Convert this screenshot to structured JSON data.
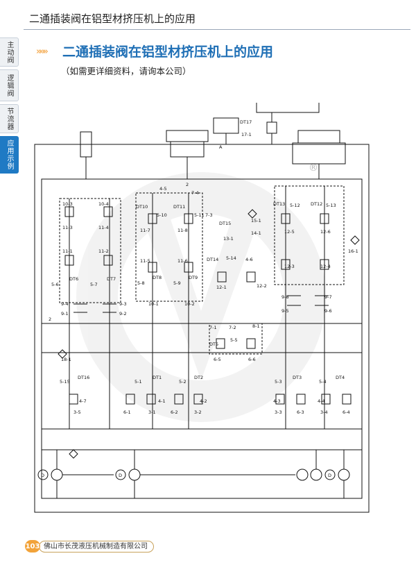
{
  "header": {
    "running_title": "二通插装阀在铝型材挤压机上的应用"
  },
  "side_tabs": [
    {
      "label": "主动阀",
      "active": false
    },
    {
      "label": "逻辑阀",
      "active": false
    },
    {
      "label": "节流器",
      "active": false
    },
    {
      "label": "应用示例",
      "active": true
    }
  ],
  "title": {
    "arrows": "»»»",
    "main": "二通插装阀在铝型材挤压机上的应用"
  },
  "subtitle": "（如需更详细资料，请询本公司）",
  "schematic_labels": {
    "dt17": "DT17",
    "v17_1": "17-1",
    "A": "A",
    "reg": "®",
    "v10_3": "10-3",
    "v10_4": "10-4",
    "v11_3": "11-3",
    "v11_4": "11-4",
    "v11_1": "11-1",
    "v11_2": "11-2",
    "v5_6": "5-6",
    "v5_7": "5-7",
    "dt6": "DT6",
    "dt7": "DT7",
    "v9_4": "9-4",
    "v9_3": "9-3",
    "v9_1": "9-1",
    "v9_2": "9-2",
    "n2a": "2",
    "v4_5": "4-5",
    "n2b": "2",
    "v7_4": "7-4",
    "dt10": "DT10",
    "dt11": "DT11",
    "v5_10": "5-10",
    "v5_11": "5-11",
    "v7_3": "7-3",
    "v11_7": "11-7",
    "v11_8": "11-8",
    "v11_5": "11-5",
    "v11_6": "11-6",
    "v5_8": "5-8",
    "v5_9": "5-9",
    "dt8": "DT8",
    "dt9": "DT9",
    "v10_1": "10-1",
    "v10_2": "10-2",
    "dt15": "DT15",
    "v13_1": "13-1",
    "dt14": "DT14",
    "v5_14": "5-14",
    "v15_1": "15-1",
    "v14_1": "14-1",
    "v4_6": "4-6",
    "v12_1": "12-1",
    "v12_2": "12-2",
    "dt13": "DT13",
    "v5_12": "5-12",
    "dt12": "DT12",
    "v5_13": "5-13",
    "v12_5": "12-5",
    "v12_6": "12-6",
    "v12_3": "12-3",
    "v12_4": "12-4",
    "v16_1": "16-1",
    "v9_8": "9-8",
    "v9_7": "9-7",
    "v9_5": "9-5",
    "v9_6": "9-6",
    "v7_1": "7-1",
    "v7_2": "7-2",
    "v8_1": "8-1",
    "dt5": "DT5",
    "v5_5": "5-5",
    "v6_5": "6-5",
    "v6_6": "6-6",
    "v18_1": "18-1",
    "v5_15": "5-15",
    "dt16": "DT16",
    "v4_7": "4-7",
    "v3_5": "3-5",
    "v5_1": "5-1",
    "dt1": "DT1",
    "v4_1": "4-1",
    "v6_1": "6-1",
    "v3_1": "3-1",
    "v5_2": "5-2",
    "dt2": "DT2",
    "v4_2": "4-2",
    "v6_2": "6-2",
    "v3_2": "3-2",
    "v5_3": "5-3",
    "dt3": "DT3",
    "v4_3": "4-3",
    "v3_3": "3-3",
    "v6_3": "6-3",
    "v5_4": "5-4",
    "dt4": "DT4",
    "v4_4": "4-4",
    "v3_4": "3-4",
    "v6_4": "6-4",
    "mD1": "D",
    "mD2": "D",
    "mD3": "D"
  },
  "footer": {
    "page_number": "103",
    "company": "佛山市长茂液压机械制造有限公司"
  },
  "colors": {
    "accent": "#1f6fb5",
    "tab_active": "#1f7ac4",
    "arrow": "#f29a2e",
    "badge": "#f2a33a"
  }
}
